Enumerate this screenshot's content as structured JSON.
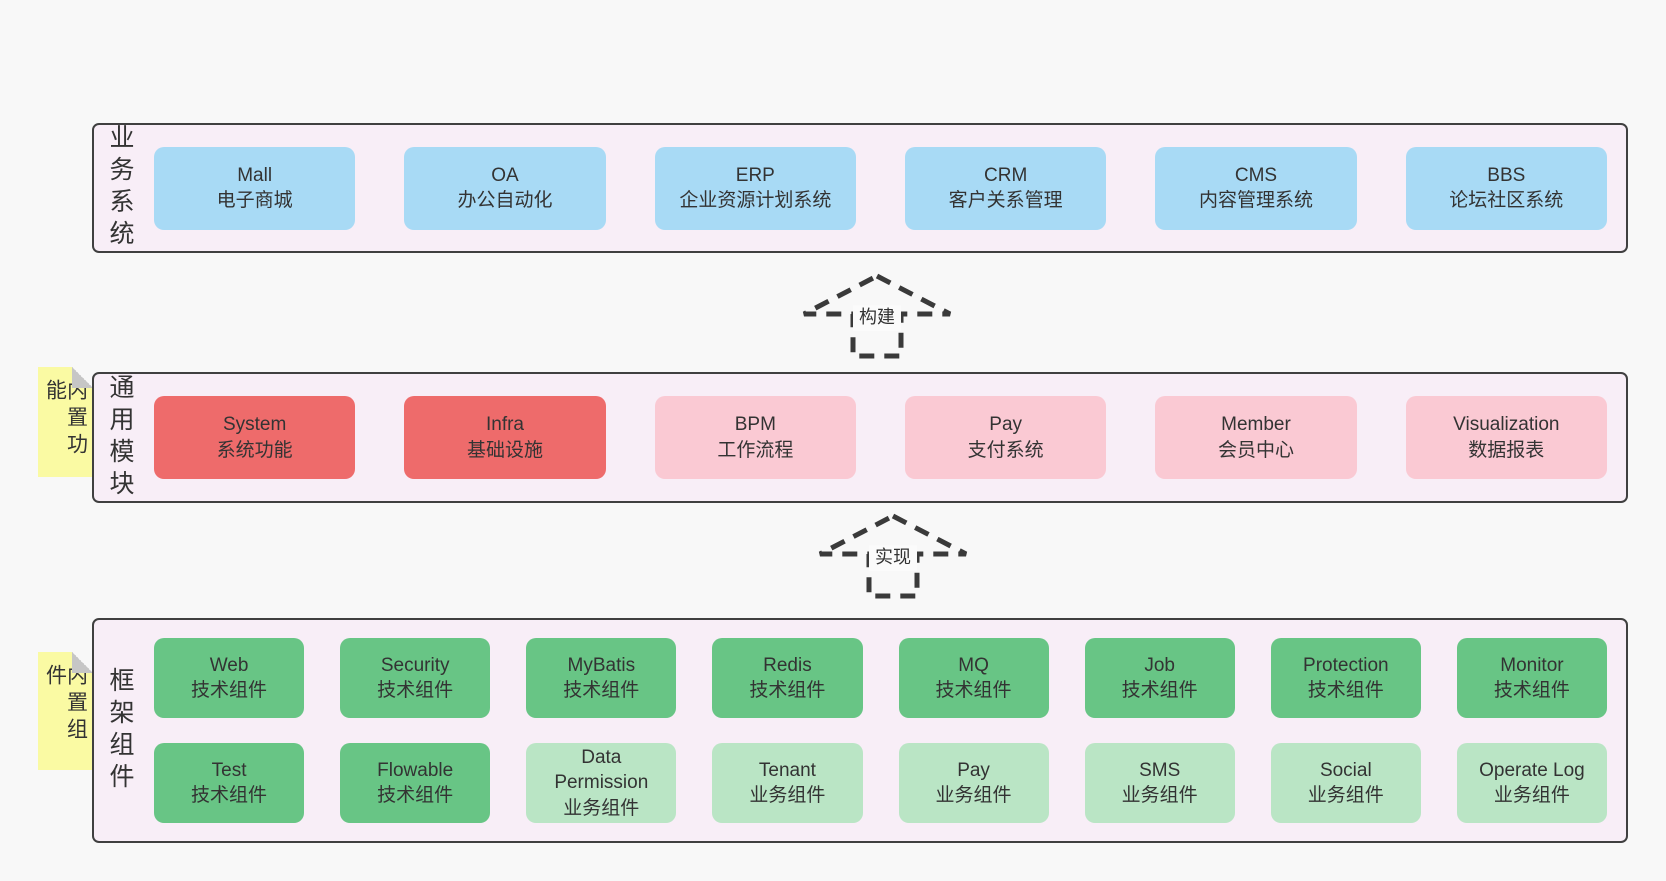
{
  "colors": {
    "page_bg": "#f8f8f8",
    "panel_bg": "#f8eef7",
    "panel_border": "#404040",
    "sticky_yellow": "#fafaa3",
    "sticky_fold": "#c6c6c6",
    "arrow_stroke": "#3a3a3a",
    "text": "#333333",
    "blue": "#a8daf5",
    "red": "#ee6b6b",
    "pink": "#fac9d3",
    "green": "#68c585",
    "light-green": "#bae5c5"
  },
  "stickies": [
    {
      "label": "内置功能"
    },
    {
      "label": "内置组件"
    }
  ],
  "arrows": [
    {
      "label": "构建"
    },
    {
      "label": "实现"
    }
  ],
  "panels": [
    {
      "label": "业务系统",
      "layout": "flex",
      "boxes": [
        {
          "name": "Mall",
          "subtitle": "电子商城",
          "variant": "blue"
        },
        {
          "name": "OA",
          "subtitle": "办公自动化",
          "variant": "blue"
        },
        {
          "name": "ERP",
          "subtitle": "企业资源计划系统",
          "variant": "blue"
        },
        {
          "name": "CRM",
          "subtitle": "客户关系管理",
          "variant": "blue"
        },
        {
          "name": "CMS",
          "subtitle": "内容管理系统",
          "variant": "blue"
        },
        {
          "name": "BBS",
          "subtitle": "论坛社区系统",
          "variant": "blue"
        }
      ]
    },
    {
      "label": "通用模块",
      "layout": "flex",
      "boxes": [
        {
          "name": "System",
          "subtitle": "系统功能",
          "variant": "red"
        },
        {
          "name": "Infra",
          "subtitle": "基础设施",
          "variant": "red"
        },
        {
          "name": "BPM",
          "subtitle": "工作流程",
          "variant": "pink"
        },
        {
          "name": "Pay",
          "subtitle": "支付系统",
          "variant": "pink"
        },
        {
          "name": "Member",
          "subtitle": "会员中心",
          "variant": "pink"
        },
        {
          "name": "Visualization",
          "subtitle": "数据报表",
          "variant": "pink"
        }
      ]
    },
    {
      "label": "框架组件",
      "layout": "grid",
      "boxes": [
        {
          "name": "Web",
          "subtitle": "技术组件",
          "variant": "green"
        },
        {
          "name": "Security",
          "subtitle": "技术组件",
          "variant": "green"
        },
        {
          "name": "MyBatis",
          "subtitle": "技术组件",
          "variant": "green"
        },
        {
          "name": "Redis",
          "subtitle": "技术组件",
          "variant": "green"
        },
        {
          "name": "MQ",
          "subtitle": "技术组件",
          "variant": "green"
        },
        {
          "name": "Job",
          "subtitle": "技术组件",
          "variant": "green"
        },
        {
          "name": "Protection",
          "subtitle": "技术组件",
          "variant": "green"
        },
        {
          "name": "Monitor",
          "subtitle": "技术组件",
          "variant": "green"
        },
        {
          "name": "Test",
          "subtitle": "技术组件",
          "variant": "green"
        },
        {
          "name": "Flowable",
          "subtitle": "技术组件",
          "variant": "green"
        },
        {
          "name": "Data Permission",
          "subtitle": "业务组件",
          "variant": "light-green"
        },
        {
          "name": "Tenant",
          "subtitle": "业务组件",
          "variant": "light-green"
        },
        {
          "name": "Pay",
          "subtitle": "业务组件",
          "variant": "light-green"
        },
        {
          "name": "SMS",
          "subtitle": "业务组件",
          "variant": "light-green"
        },
        {
          "name": "Social",
          "subtitle": "业务组件",
          "variant": "light-green"
        },
        {
          "name": "Operate Log",
          "subtitle": "业务组件",
          "variant": "light-green"
        }
      ]
    }
  ]
}
